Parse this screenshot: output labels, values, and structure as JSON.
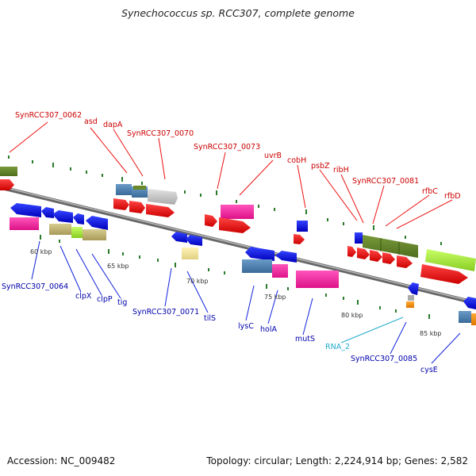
{
  "header": {
    "title": "Synechococcus sp. RCC307, complete genome"
  },
  "footer": {
    "accession": "Accession: NC_009482",
    "summary": "Topology: circular; Length: 2,224,914 bp; Genes: 2,582"
  },
  "kbp_ticks": [
    "60 kbp",
    "65 kbp",
    "70 kbp",
    "75 kbp",
    "80 kbp",
    "85 kbp"
  ],
  "labels_top": [
    "SynRCC307_0062",
    "asd",
    "dapA",
    "SynRCC307_0070",
    "SynRCC307_0073",
    "uvrB",
    "cobH",
    "psbZ",
    "ribH",
    "SynRCC307_0081",
    "rfbC",
    "rfbD"
  ],
  "labels_bottom": [
    "SynRCC307_0064",
    "clpX",
    "clpP",
    "tig",
    "SynRCC307_0071",
    "tilS",
    "lysC",
    "holA",
    "mutS",
    "RNA_2",
    "SynRCC307_0085",
    "cysE"
  ],
  "colors": {
    "forward_gene": "#ee1111",
    "reverse_gene": "#1122dd",
    "backbone": "#888888",
    "label_top": "#cc0000",
    "label_bottom": "#0000aa",
    "label_rna": "#22aacc"
  }
}
